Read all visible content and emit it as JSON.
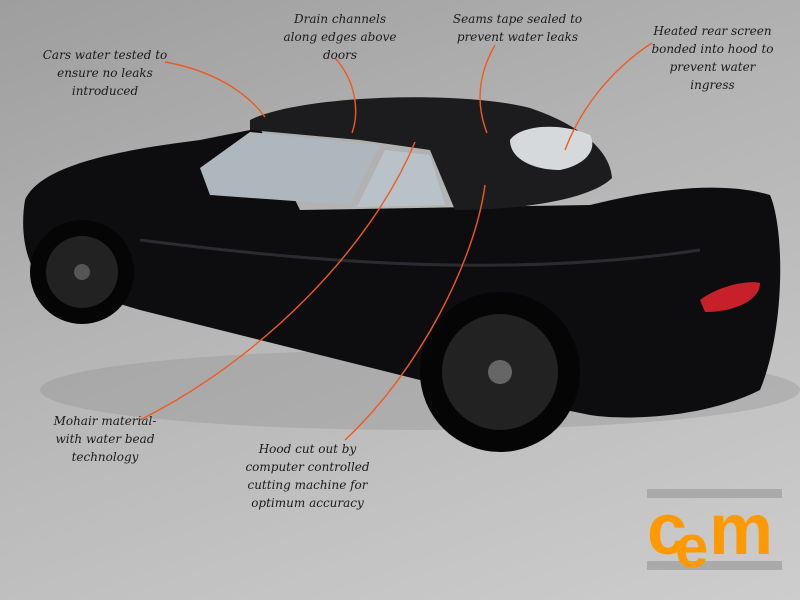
{
  "annotations": [
    {
      "id": "water-tested",
      "text": "Cars water tested to ensure no leaks introduced"
    },
    {
      "id": "drain-channels",
      "text": "Drain channels along edges above doors"
    },
    {
      "id": "seams-tape",
      "text": "Seams tape sealed to prevent water leaks"
    },
    {
      "id": "heated-screen",
      "text": "Heated rear screen bonded into hood to prevent water ingress"
    },
    {
      "id": "mohair",
      "text": "Mohair material- with water bead technology"
    },
    {
      "id": "hood-cut",
      "text": "Hood cut out by computer controlled cutting machine for optimum accuracy"
    }
  ],
  "logo": {
    "text": "cem",
    "color": "#ff9900",
    "bar_color": "#aaaaaa"
  },
  "arrow_color": "#f05a1e"
}
